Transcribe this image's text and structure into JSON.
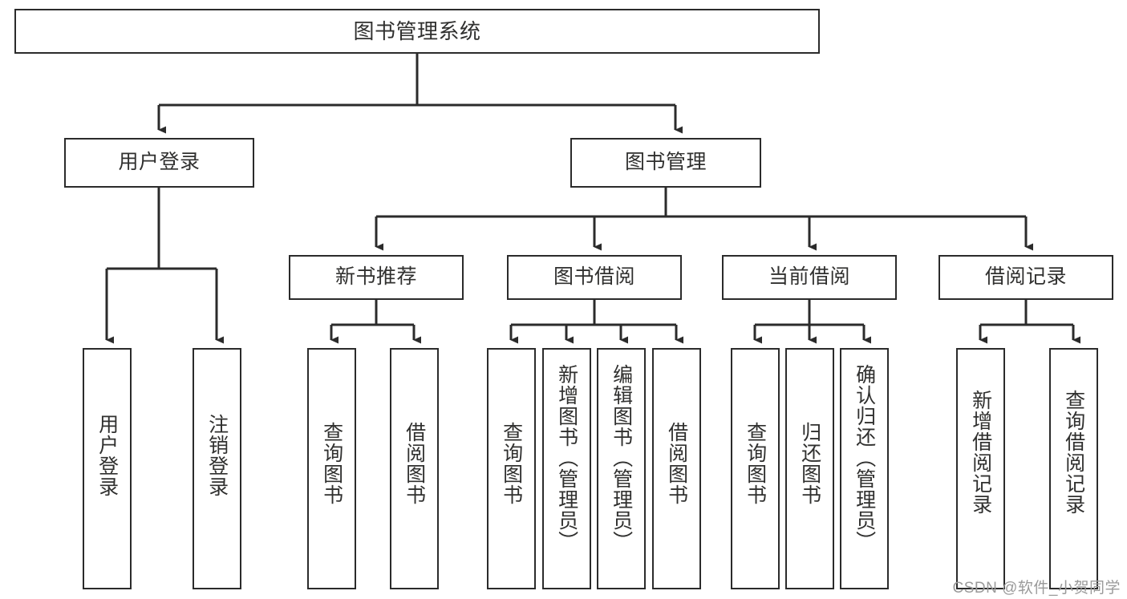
{
  "diagram": {
    "title": "图书管理系统",
    "watermark": "CSDN @软件_小贺同学",
    "colors": {
      "border": "#2b2b2b",
      "text": "#30302f",
      "background": "#ffffff",
      "edge": "#2b2b2b",
      "watermark": "#9a9a9a"
    },
    "root": {
      "label": "图书管理系统"
    },
    "level2": [
      {
        "label": "用户登录"
      },
      {
        "label": "图书管理"
      }
    ],
    "level3": [
      {
        "label": "新书推荐"
      },
      {
        "label": "图书借阅"
      },
      {
        "label": "当前借阅"
      },
      {
        "label": "借阅记录"
      }
    ],
    "leaves": {
      "user_login": [
        {
          "label": "用户登录"
        },
        {
          "label": "注销登录"
        }
      ],
      "new_book": [
        {
          "label": "查询图书"
        },
        {
          "label": "借阅图书"
        }
      ],
      "borrow": [
        {
          "label": "查询图书"
        },
        {
          "label": "新增图书（管理员）"
        },
        {
          "label": "编辑图书（管理员）"
        },
        {
          "label": "借阅图书"
        }
      ],
      "current": [
        {
          "label": "查询图书"
        },
        {
          "label": "归还图书"
        },
        {
          "label": "确认归还（管理员）"
        }
      ],
      "records": [
        {
          "label": "新增借阅记录"
        },
        {
          "label": "查询借阅记录"
        }
      ]
    }
  }
}
